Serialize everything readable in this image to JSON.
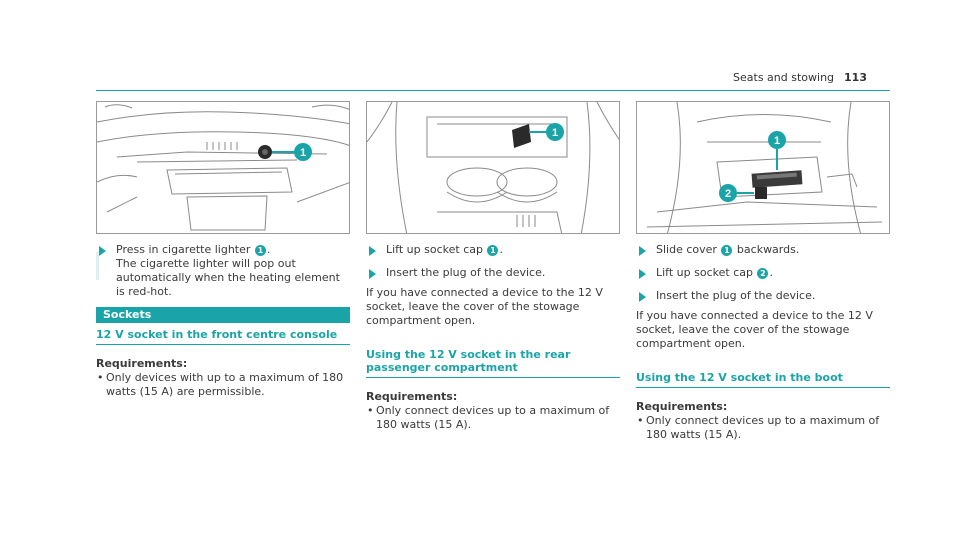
{
  "header": {
    "title": "Seats and stowing",
    "page": "113"
  },
  "column1": {
    "step1_text_before": "Press in cigarette lighter",
    "step1_badge": "1",
    "step1_text_after": ".",
    "result": "The cigarette lighter will pop out automatically when the heating element is red-hot.",
    "section_title": "Sockets",
    "subheading": "12 V socket in the front centre console",
    "requirements_title": "Requirements:",
    "bullet": "Only devices with up to a maximum of 180 watts (15 A) are permissible."
  },
  "column2": {
    "step1_text": "Lift up socket cap",
    "step1_badge": "1",
    "step1_after": ".",
    "step2_text": "Insert the plug of the device.",
    "paragraph": "If you have connected a device to the 12 V socket, leave the cover of the stowage compartment open.",
    "subheading": "Using the 12 V socket in the rear passenger compartment",
    "requirements_title": "Requirements:",
    "bullet": "Only connect devices up to a maximum of 180 watts (15 A)."
  },
  "column3": {
    "step1_text_before": "Slide cover",
    "step1_badge": "1",
    "step1_text_after": "backwards.",
    "step2_text": "Lift up socket cap",
    "step2_badge": "2",
    "step2_after": ".",
    "step3_text": "Insert the plug of the device.",
    "paragraph": "If you have connected a device to the 12 V socket, leave the cover of the stowage compartment open.",
    "subheading": "Using the 12 V socket in the boot",
    "requirements_title": "Requirements:",
    "bullet": "Only connect devices up to a maximum of 180 watts (15 A)."
  },
  "figures": {
    "fig1_callout": "1",
    "fig2_callout": "1",
    "fig3_callout1": "1",
    "fig3_callout2": "2"
  },
  "colors": {
    "accent": "#1ba4a8",
    "text": "#3a3a3a",
    "frame": "#9a9a9a"
  }
}
